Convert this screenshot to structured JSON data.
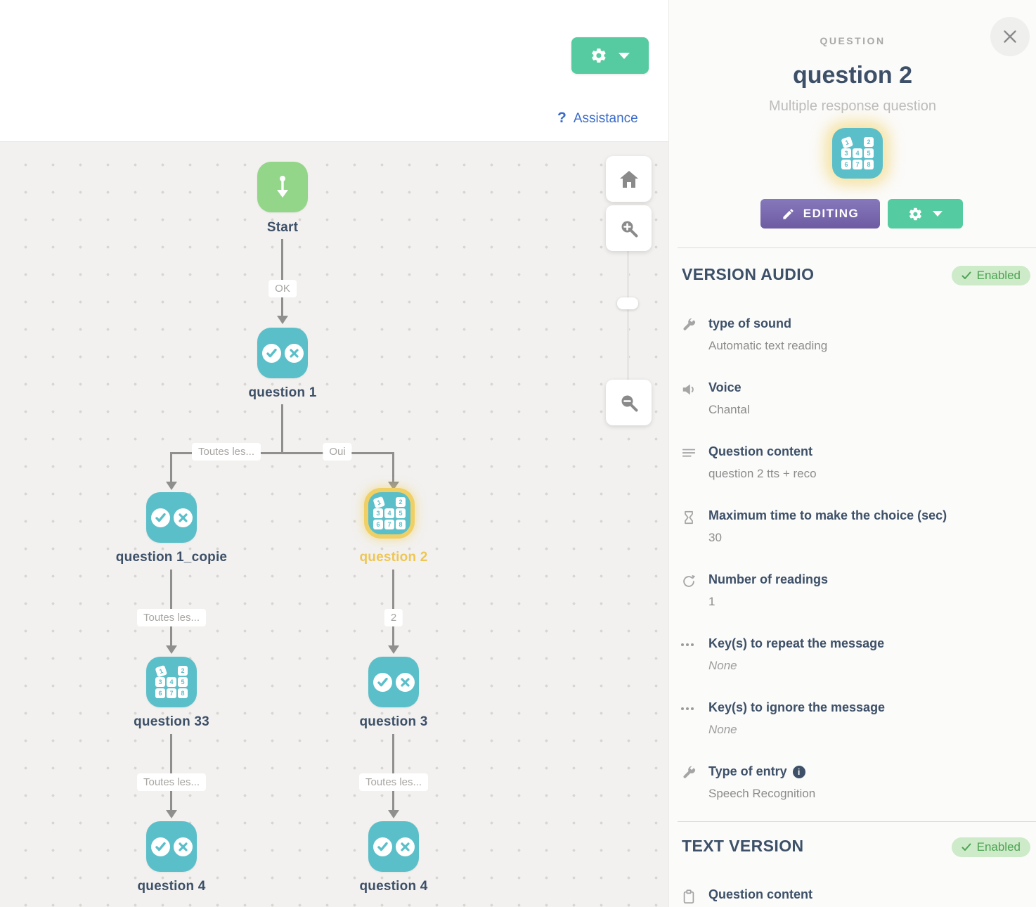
{
  "colors": {
    "node_teal": "#5bbfc9",
    "node_green": "#93d689",
    "selected_yellow": "#f0d064",
    "button_green": "#55cba1",
    "button_purple": "#7a67ae",
    "link_blue": "#3a6bc9",
    "enabled_green": "#4da352",
    "text_navy": "#3d5068"
  },
  "canvas_header": {
    "assistance_label": "Assistance",
    "assistance_qmark": "?"
  },
  "flow": {
    "keypad_digits": [
      "1",
      "2",
      "3",
      "4",
      "5",
      "6",
      "7",
      "8"
    ],
    "nodes": [
      {
        "id": "start",
        "label": "Start",
        "type": "start"
      },
      {
        "id": "q1",
        "label": "question 1",
        "type": "question"
      },
      {
        "id": "q1_copie",
        "label": "question 1_copie",
        "type": "question"
      },
      {
        "id": "q2",
        "label": "question 2",
        "type": "multiple-response",
        "selected": true
      },
      {
        "id": "q33",
        "label": "question 33",
        "type": "multiple-response"
      },
      {
        "id": "q3",
        "label": "question 3",
        "type": "question"
      },
      {
        "id": "q4a",
        "label": "question 4",
        "type": "question"
      },
      {
        "id": "q4b",
        "label": "question 4",
        "type": "question"
      }
    ],
    "edges": [
      {
        "label": "OK"
      },
      {
        "label": "Toutes les..."
      },
      {
        "label": "Oui"
      },
      {
        "label": "Toutes les..."
      },
      {
        "label": "2"
      },
      {
        "label": "Toutes les..."
      },
      {
        "label": "Toutes les..."
      }
    ]
  },
  "panel": {
    "kicker": "QUESTION",
    "title": "question 2",
    "subtitle": "Multiple response question",
    "editing_label": "EDITING",
    "version_audio": {
      "heading": "VERSION AUDIO",
      "enabled_label": "Enabled",
      "rows": [
        {
          "label": "type of sound",
          "value": "Automatic text reading"
        },
        {
          "label": "Voice",
          "value": "Chantal"
        },
        {
          "label": "Question content",
          "value": "question 2 tts + reco"
        },
        {
          "label": "Maximum time to make the choice (sec)",
          "value": "30"
        },
        {
          "label": "Number of readings",
          "value": "1"
        },
        {
          "label": "Key(s) to repeat the message",
          "value": "None"
        },
        {
          "label": "Key(s) to ignore the message",
          "value": "None"
        },
        {
          "label": "Type of entry",
          "info_glyph": "i",
          "value": "Speech Recognition"
        }
      ]
    },
    "text_version": {
      "heading": "TEXT VERSION",
      "enabled_label": "Enabled",
      "rows": [
        {
          "label": "Question content"
        }
      ]
    }
  }
}
